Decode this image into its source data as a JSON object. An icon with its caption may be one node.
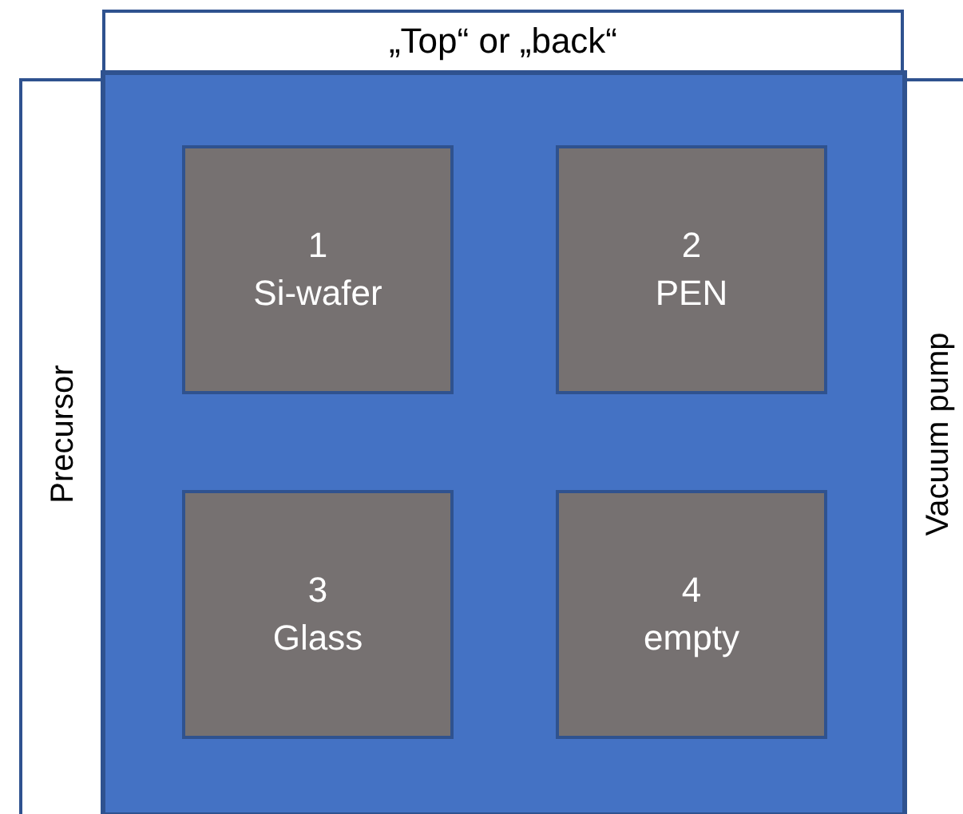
{
  "diagram": {
    "nodes": [
      {
        "text": [
          "„Top“ or „back“"
        ]
      },
      {
        "text": [],
        "shape": "box"
      },
      {
        "text": [
          "1",
          "Si-wafer"
        ],
        "in": 1
      },
      {
        "text": [
          "2",
          "PEN"
        ],
        "in": 1
      },
      {
        "text": [
          "3",
          "Glass"
        ],
        "in": 1
      },
      {
        "text": [
          "4",
          "empty"
        ],
        "in": 1
      }
    ],
    "labels": [
      "Precursor",
      "Vacuum pump"
    ]
  }
}
